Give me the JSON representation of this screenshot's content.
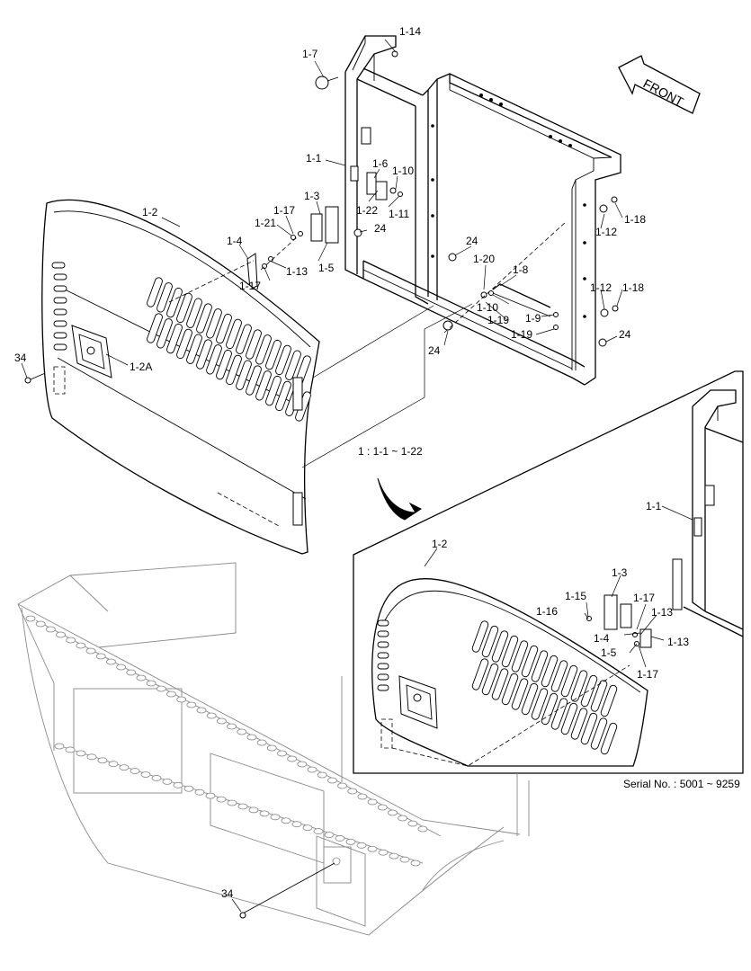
{
  "front_arrow": {
    "label": "FRONT"
  },
  "detail_caption": "1 : 1-1 ~ 1-22",
  "serial_note": "Serial No. : 5001 ~ 9259",
  "callouts_main": [
    "1-14",
    "1-7",
    "1-1",
    "1-6",
    "1-10",
    "1-3",
    "1-22",
    "1-11",
    "1-17",
    "1-21",
    "24",
    "1-2",
    "1-4",
    "1-13",
    "1-5",
    "1-17",
    "24",
    "1-20",
    "1-8",
    "1-18",
    "1-12",
    "1-10",
    "1-12",
    "1-18",
    "1-9",
    "1-19",
    "1-19",
    "24",
    "24",
    "34",
    "1-2A"
  ],
  "callouts_detail": [
    "1-1",
    "1-2",
    "1-3",
    "1-15",
    "1-16",
    "1-17",
    "1-13",
    "1-4",
    "1-5",
    "1-13",
    "1-17"
  ],
  "callouts_bottom": [
    "34"
  ]
}
